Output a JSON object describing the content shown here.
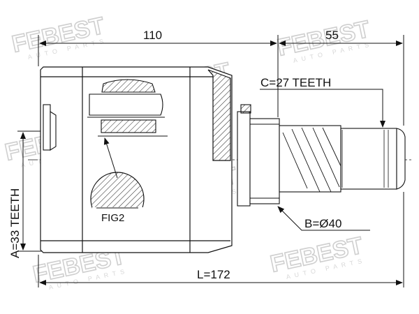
{
  "dimensions": {
    "top_left": "110",
    "top_right": "55",
    "total_length": "L=172",
    "spline_a": "A=33 TEETH",
    "spline_c": "C=27 TEETH",
    "diameter_b": "B=Ø40"
  },
  "detail_label": "FIG2",
  "watermark": {
    "brand": "FEBEST",
    "sub": "AUTO PARTS"
  },
  "colors": {
    "line": "#111111",
    "hatch": "#222222",
    "watermark": "#cfcfcf"
  }
}
